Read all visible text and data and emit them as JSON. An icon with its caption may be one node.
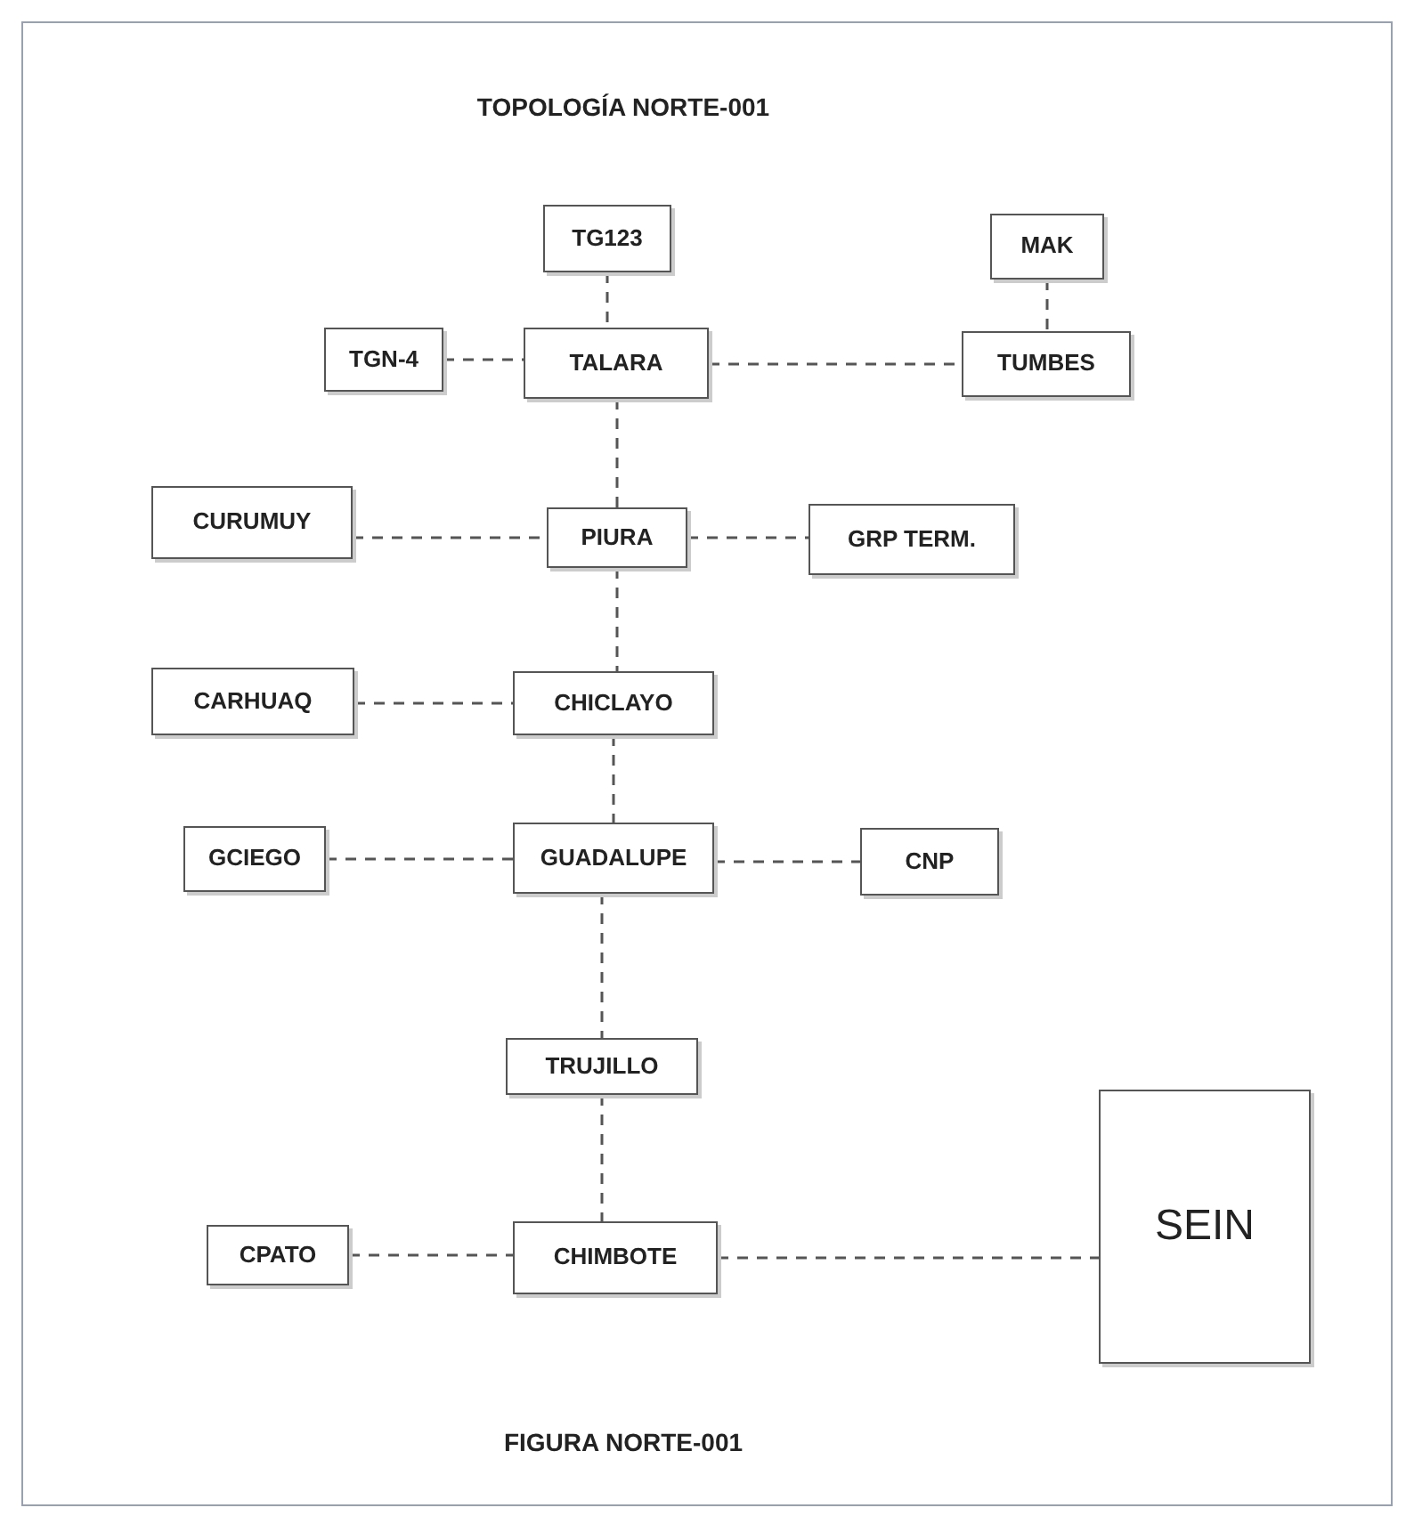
{
  "diagram": {
    "title": "TOPOLOGÍA NORTE-001",
    "caption": "FIGURA NORTE-001",
    "nodes": [
      {
        "text": [
          "TG123"
        ]
      },
      {
        "text": [
          "MAK"
        ]
      },
      {
        "text": [
          "TGN-4"
        ]
      },
      {
        "text": [
          "TALARA"
        ]
      },
      {
        "text": [
          "TUMBES"
        ]
      },
      {
        "text": [
          "CURUMUY"
        ]
      },
      {
        "text": [
          "PIURA"
        ]
      },
      {
        "text": [
          "GRP TERM."
        ]
      },
      {
        "text": [
          "CARHUAQ"
        ]
      },
      {
        "text": [
          "CHICLAYO"
        ]
      },
      {
        "text": [
          "GCIEGO"
        ]
      },
      {
        "text": [
          "GUADALUPE"
        ]
      },
      {
        "text": [
          "CNP"
        ]
      },
      {
        "text": [
          "TRUJILLO"
        ]
      },
      {
        "text": [
          "CPATO"
        ]
      },
      {
        "text": [
          "CHIMBOTE"
        ]
      },
      {
        "text": [
          "SEIN"
        ]
      }
    ],
    "edges": [
      {
        "from": 0,
        "to": 3,
        "arrow": "none",
        "style": "dashed"
      },
      {
        "from": 1,
        "to": 4,
        "arrow": "none",
        "style": "dashed"
      },
      {
        "from": 2,
        "to": 3,
        "arrow": "none",
        "style": "dashed"
      },
      {
        "from": 3,
        "to": 4,
        "arrow": "none",
        "style": "dashed"
      },
      {
        "from": 3,
        "to": 6,
        "arrow": "none",
        "style": "dashed"
      },
      {
        "from": 5,
        "to": 6,
        "arrow": "none",
        "style": "dashed"
      },
      {
        "from": 6,
        "to": 7,
        "arrow": "none",
        "style": "dashed"
      },
      {
        "from": 6,
        "to": 9,
        "arrow": "none",
        "style": "dashed"
      },
      {
        "from": 8,
        "to": 9,
        "arrow": "none",
        "style": "dashed"
      },
      {
        "from": 9,
        "to": 11,
        "arrow": "none",
        "style": "dashed"
      },
      {
        "from": 10,
        "to": 11,
        "arrow": "none",
        "style": "dashed"
      },
      {
        "from": 11,
        "to": 12,
        "arrow": "none",
        "style": "dashed"
      },
      {
        "from": 11,
        "to": 13,
        "arrow": "none",
        "style": "dashed"
      },
      {
        "from": 13,
        "to": 15,
        "arrow": "none",
        "style": "dashed"
      },
      {
        "from": 14,
        "to": 15,
        "arrow": "none",
        "style": "dashed"
      },
      {
        "from": 15,
        "to": 16,
        "arrow": "none",
        "style": "dashed"
      }
    ]
  }
}
